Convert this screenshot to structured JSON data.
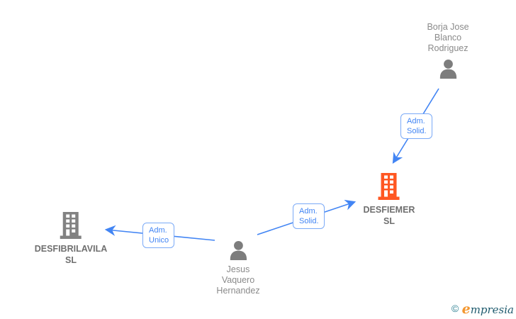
{
  "diagram": {
    "nodes": [
      {
        "id": "borja-jose-blanco-rodriguez",
        "type": "person",
        "line1": "Borja Jose",
        "line2": "Blanco",
        "line3": "Rodriguez"
      },
      {
        "id": "desfiemer-sl",
        "type": "company",
        "line1": "DESFIEMER",
        "line2": "SL"
      },
      {
        "id": "desfibrilavila-sl",
        "type": "company",
        "line1": "DESFIBRILAVILA",
        "line2": "SL"
      },
      {
        "id": "jesus-vaquero-hernandez",
        "type": "person",
        "line1": "Jesus",
        "line2": "Vaquero",
        "line3": "Hernandez"
      }
    ],
    "edges": [
      {
        "from": "borja-jose-blanco-rodriguez",
        "to": "desfiemer-sl",
        "label_line1": "Adm.",
        "label_line2": "Solid."
      },
      {
        "from": "jesus-vaquero-hernandez",
        "to": "desfiemer-sl",
        "label_line1": "Adm.",
        "label_line2": "Solid."
      },
      {
        "from": "jesus-vaquero-hernandez",
        "to": "desfibrilavila-sl",
        "label_line1": "Adm.",
        "label_line2": "Unico"
      }
    ]
  },
  "colors": {
    "edge_blue": "#4285f4",
    "edge_label_border": "#7baaf7",
    "company_icon_orange": "#ff5722",
    "company_icon_gray": "#828282",
    "person_icon_gray": "#7d7d7d",
    "node_text_gray": "#8a8a8a"
  },
  "footer_logo": {
    "copyright_symbol": "©",
    "brand_initial": "e",
    "brand_rest": "mpresia"
  }
}
